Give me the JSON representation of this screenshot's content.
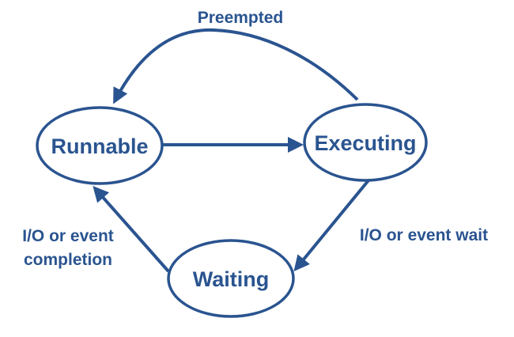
{
  "diagram": {
    "states": {
      "runnable": "Runnable",
      "executing": "Executing",
      "waiting": "Waiting"
    },
    "transitions": {
      "preempted": "Preempted",
      "dispatch": "",
      "io_wait": "I/O or event wait",
      "io_completion_line1": "I/O or event",
      "io_completion_line2": "completion"
    }
  },
  "colors": {
    "primary": "#2a5490",
    "background": "#ffffff"
  }
}
